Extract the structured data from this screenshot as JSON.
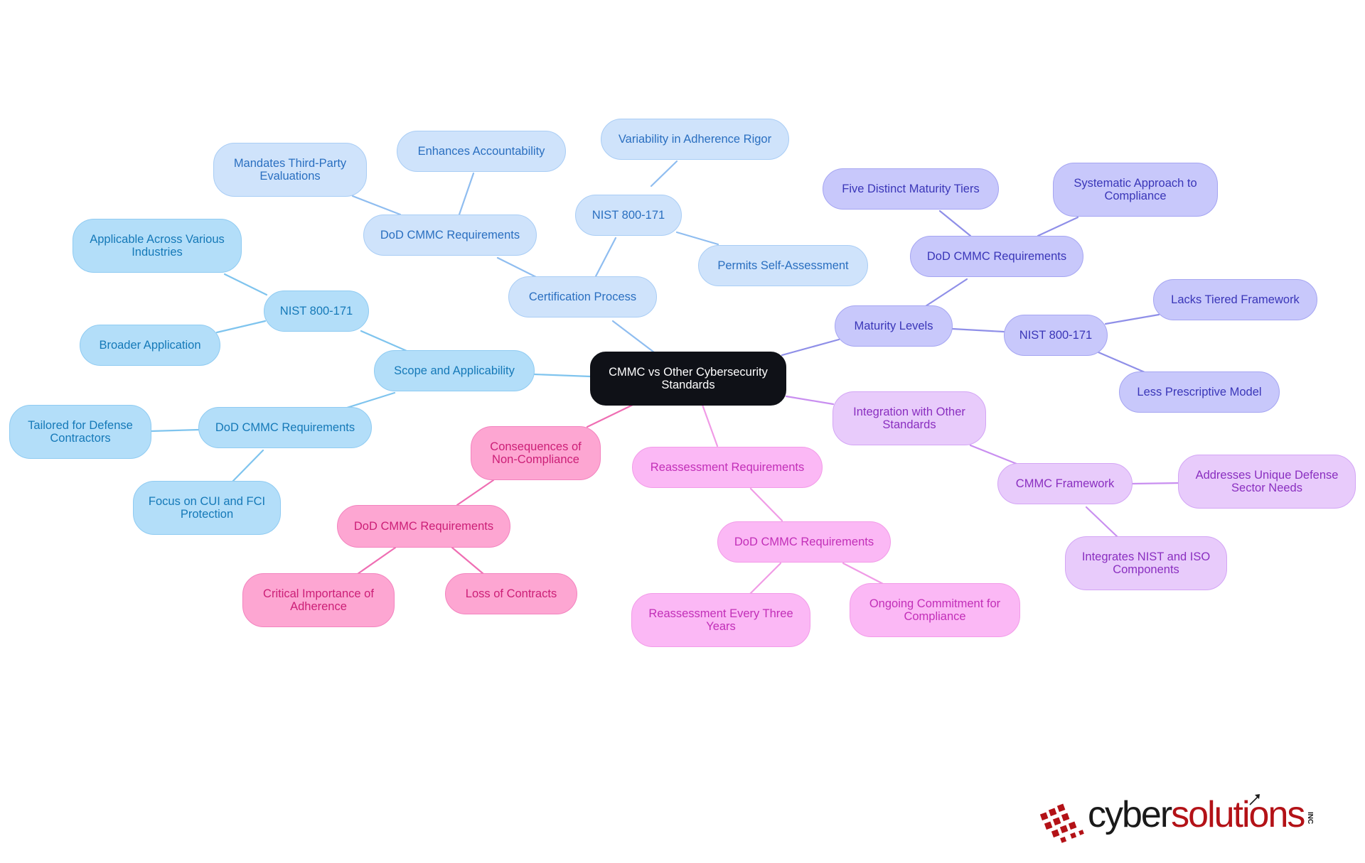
{
  "colors": {
    "root": "#0f1117",
    "scope": "#b3def9",
    "certification": "#cfe3fb",
    "maturity": "#c8c8fb",
    "integration": "#e8cbfb",
    "reassessment": "#fbb8f5",
    "consequences": "#fda6d2",
    "logo_dark": "#1a1a1a",
    "logo_red": "#b31217"
  },
  "mindmap": {
    "root": "CMMC vs Other Cybersecurity Standards",
    "scope": {
      "label": "Scope and Applicability",
      "nist": {
        "label": "NIST 800-171",
        "items": [
          "Applicable Across Various Industries",
          "Broader Application"
        ]
      },
      "dod": {
        "label": "DoD CMMC Requirements",
        "items": [
          "Tailored for Defense Contractors",
          "Focus on CUI and FCI Protection"
        ]
      }
    },
    "certification": {
      "label": "Certification Process",
      "dod": {
        "label": "DoD CMMC Requirements",
        "items": [
          "Mandates Third-Party Evaluations",
          "Enhances Accountability"
        ]
      },
      "nist": {
        "label": "NIST 800-171",
        "items": [
          "Variability in Adherence Rigor",
          "Permits Self-Assessment"
        ]
      }
    },
    "maturity": {
      "label": "Maturity Levels",
      "dod": {
        "label": "DoD CMMC Requirements",
        "items": [
          "Five Distinct Maturity Tiers",
          "Systematic Approach to Compliance"
        ]
      },
      "nist": {
        "label": "NIST 800-171",
        "items": [
          "Lacks Tiered Framework",
          "Less Prescriptive Model"
        ]
      }
    },
    "integration": {
      "label": "Integration with Other Standards",
      "framework": {
        "label": "CMMC Framework",
        "items": [
          "Addresses Unique Defense Sector Needs",
          "Integrates NIST and ISO Components"
        ]
      }
    },
    "reassessment": {
      "label": "Reassessment Requirements",
      "dod": {
        "label": "DoD CMMC Requirements",
        "items": [
          "Reassessment Every Three Years",
          "Ongoing Commitment for Compliance"
        ]
      }
    },
    "consequences": {
      "label": "Consequences of Non-Compliance",
      "dod": {
        "label": "DoD CMMC Requirements",
        "items": [
          "Critical Importance of Adherence",
          "Loss of Contracts"
        ]
      }
    }
  },
  "logo": {
    "word1": "cyber",
    "word2": "solutions",
    "suffix": "INC"
  }
}
